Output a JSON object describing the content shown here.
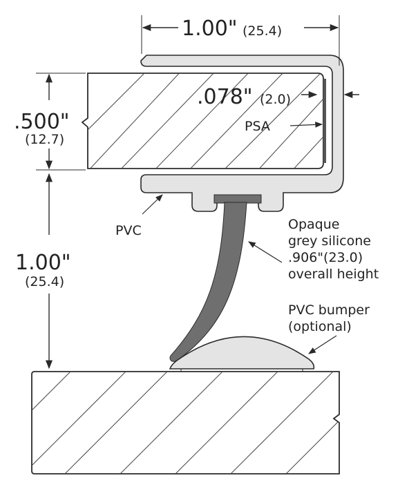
{
  "labels": {
    "width_in": "1.00\"",
    "width_mm": "(25.4)",
    "glass_thickness_in": ".500\"",
    "glass_thickness_mm": "(12.7)",
    "gap_in": "1.00\"",
    "gap_mm": "(25.4)",
    "wall_in": ".078\"",
    "wall_mm": "(2.0)",
    "psa": "PSA",
    "pvc": "PVC",
    "silicone_lines": [
      "Opaque",
      "grey silicone",
      ".906\"(23.0)",
      "overall height"
    ],
    "bumper_lines": [
      "PVC bumper",
      "(optional)"
    ]
  },
  "colors": {
    "pvc_fill": "#e4e4e4",
    "silicone_fill": "#6f6f6f",
    "line": "#2a2a2a",
    "hatch": "#444444"
  },
  "icons": [
    "dimension-arrow",
    "leader-arrow",
    "break-line",
    "hatch-pattern"
  ]
}
